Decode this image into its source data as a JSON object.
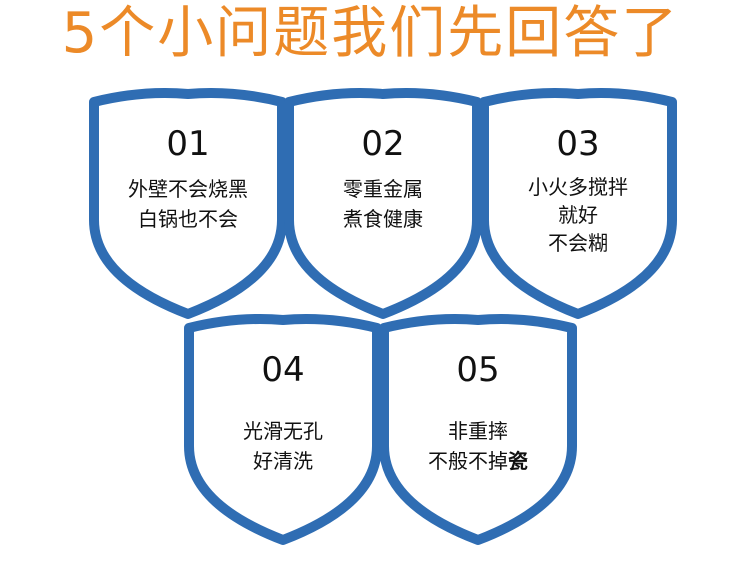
{
  "headline": "5个小问题我们先回答了",
  "colors": {
    "headline": "#ec8a28",
    "shield_border": "#2f6db3",
    "shield_fill": "#ffffff",
    "text": "#111111"
  },
  "shields": [
    {
      "number": "01",
      "lines": [
        "外壁不会烧黑",
        "白锅也不会"
      ]
    },
    {
      "number": "02",
      "lines": [
        "零重金属",
        "煮食健康"
      ]
    },
    {
      "number": "03",
      "lines": [
        "小火多搅拌",
        "就好",
        "不会糊"
      ]
    },
    {
      "number": "04",
      "lines": [
        "光滑无孔",
        "好清洗"
      ]
    },
    {
      "number": "05",
      "lines": [
        "非重摔",
        "不般不掉",
        "瓷"
      ]
    }
  ]
}
